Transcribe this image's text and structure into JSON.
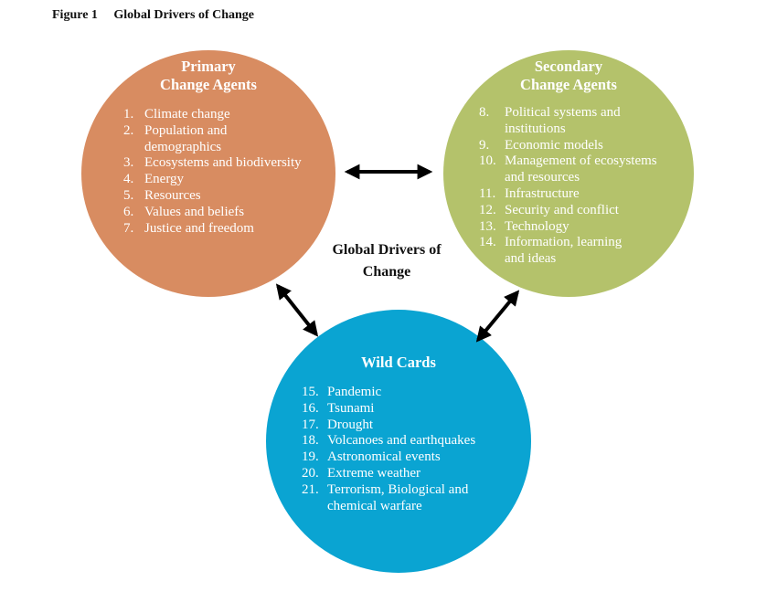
{
  "figure": {
    "number": "Figure 1",
    "title": "Global Drivers of Change"
  },
  "center_label": "Global Drivers of\nChange",
  "primary": {
    "title": "Primary\nChange Agents",
    "color": "#d88c61",
    "items": [
      {
        "num": "1.",
        "text": "Climate change"
      },
      {
        "num": "2.",
        "text": "Population and\ndemographics"
      },
      {
        "num": "3.",
        "text": "Ecosystems and biodiversity"
      },
      {
        "num": "4.",
        "text": "Energy"
      },
      {
        "num": "5.",
        "text": "Resources"
      },
      {
        "num": "6.",
        "text": "Values and beliefs"
      },
      {
        "num": "7.",
        "text": "Justice and freedom"
      }
    ]
  },
  "secondary": {
    "title": "Secondary\nChange Agents",
    "color": "#b4c26b",
    "items": [
      {
        "num": "8.",
        "text": "Political systems and\ninstitutions"
      },
      {
        "num": "9.",
        "text": "Economic models"
      },
      {
        "num": "10.",
        "text": "Management of ecosystems\nand resources"
      },
      {
        "num": "11.",
        "text": "Infrastructure"
      },
      {
        "num": "12.",
        "text": "Security and conflict"
      },
      {
        "num": "13.",
        "text": "Technology"
      },
      {
        "num": "14.",
        "text": "Information, learning\nand ideas"
      }
    ]
  },
  "wild": {
    "title": "Wild Cards",
    "color": "#0aa4d2",
    "items": [
      {
        "num": "15.",
        "text": "Pandemic"
      },
      {
        "num": "16.",
        "text": "Tsunami"
      },
      {
        "num": "17.",
        "text": "Drought"
      },
      {
        "num": "18.",
        "text": "Volcanoes and earthquakes"
      },
      {
        "num": "19.",
        "text": "Astronomical events"
      },
      {
        "num": "20.",
        "text": "Extreme weather"
      },
      {
        "num": "21.",
        "text": "Terrorism, Biological and\nchemical warfare"
      }
    ]
  },
  "arrow_color": "#000000"
}
